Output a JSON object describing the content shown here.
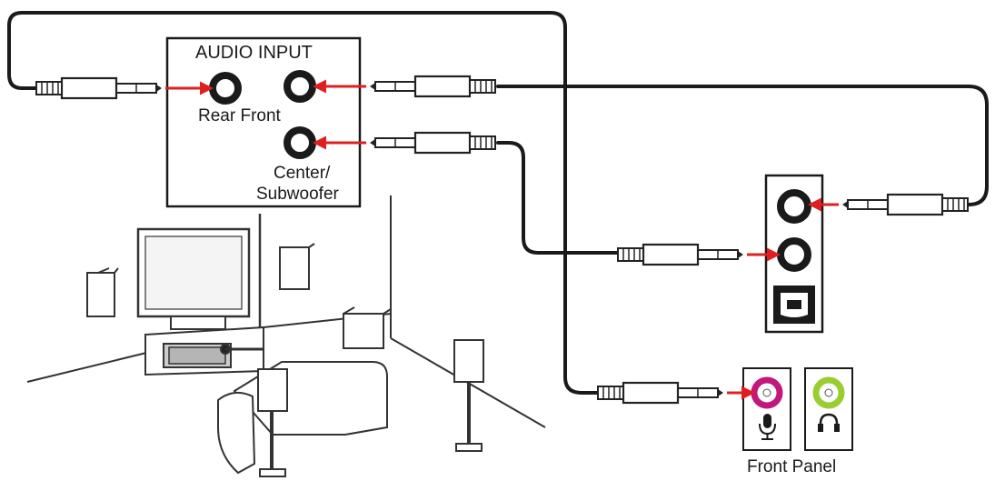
{
  "audio_input": {
    "title": "AUDIO INPUT",
    "jack_labels": "Rear Front",
    "center_label_line1": "Center/",
    "center_label_line2": "Subwoofer"
  },
  "front_panel": {
    "label": "Front Panel",
    "mic_jack_color": "#c2187a",
    "headphone_jack_color": "#9acd32"
  },
  "colors": {
    "arrow": "#e02020",
    "cable": "#1a1a1a"
  },
  "icons": [
    "microphone-icon",
    "headphone-icon",
    "optical-spdif-icon"
  ]
}
